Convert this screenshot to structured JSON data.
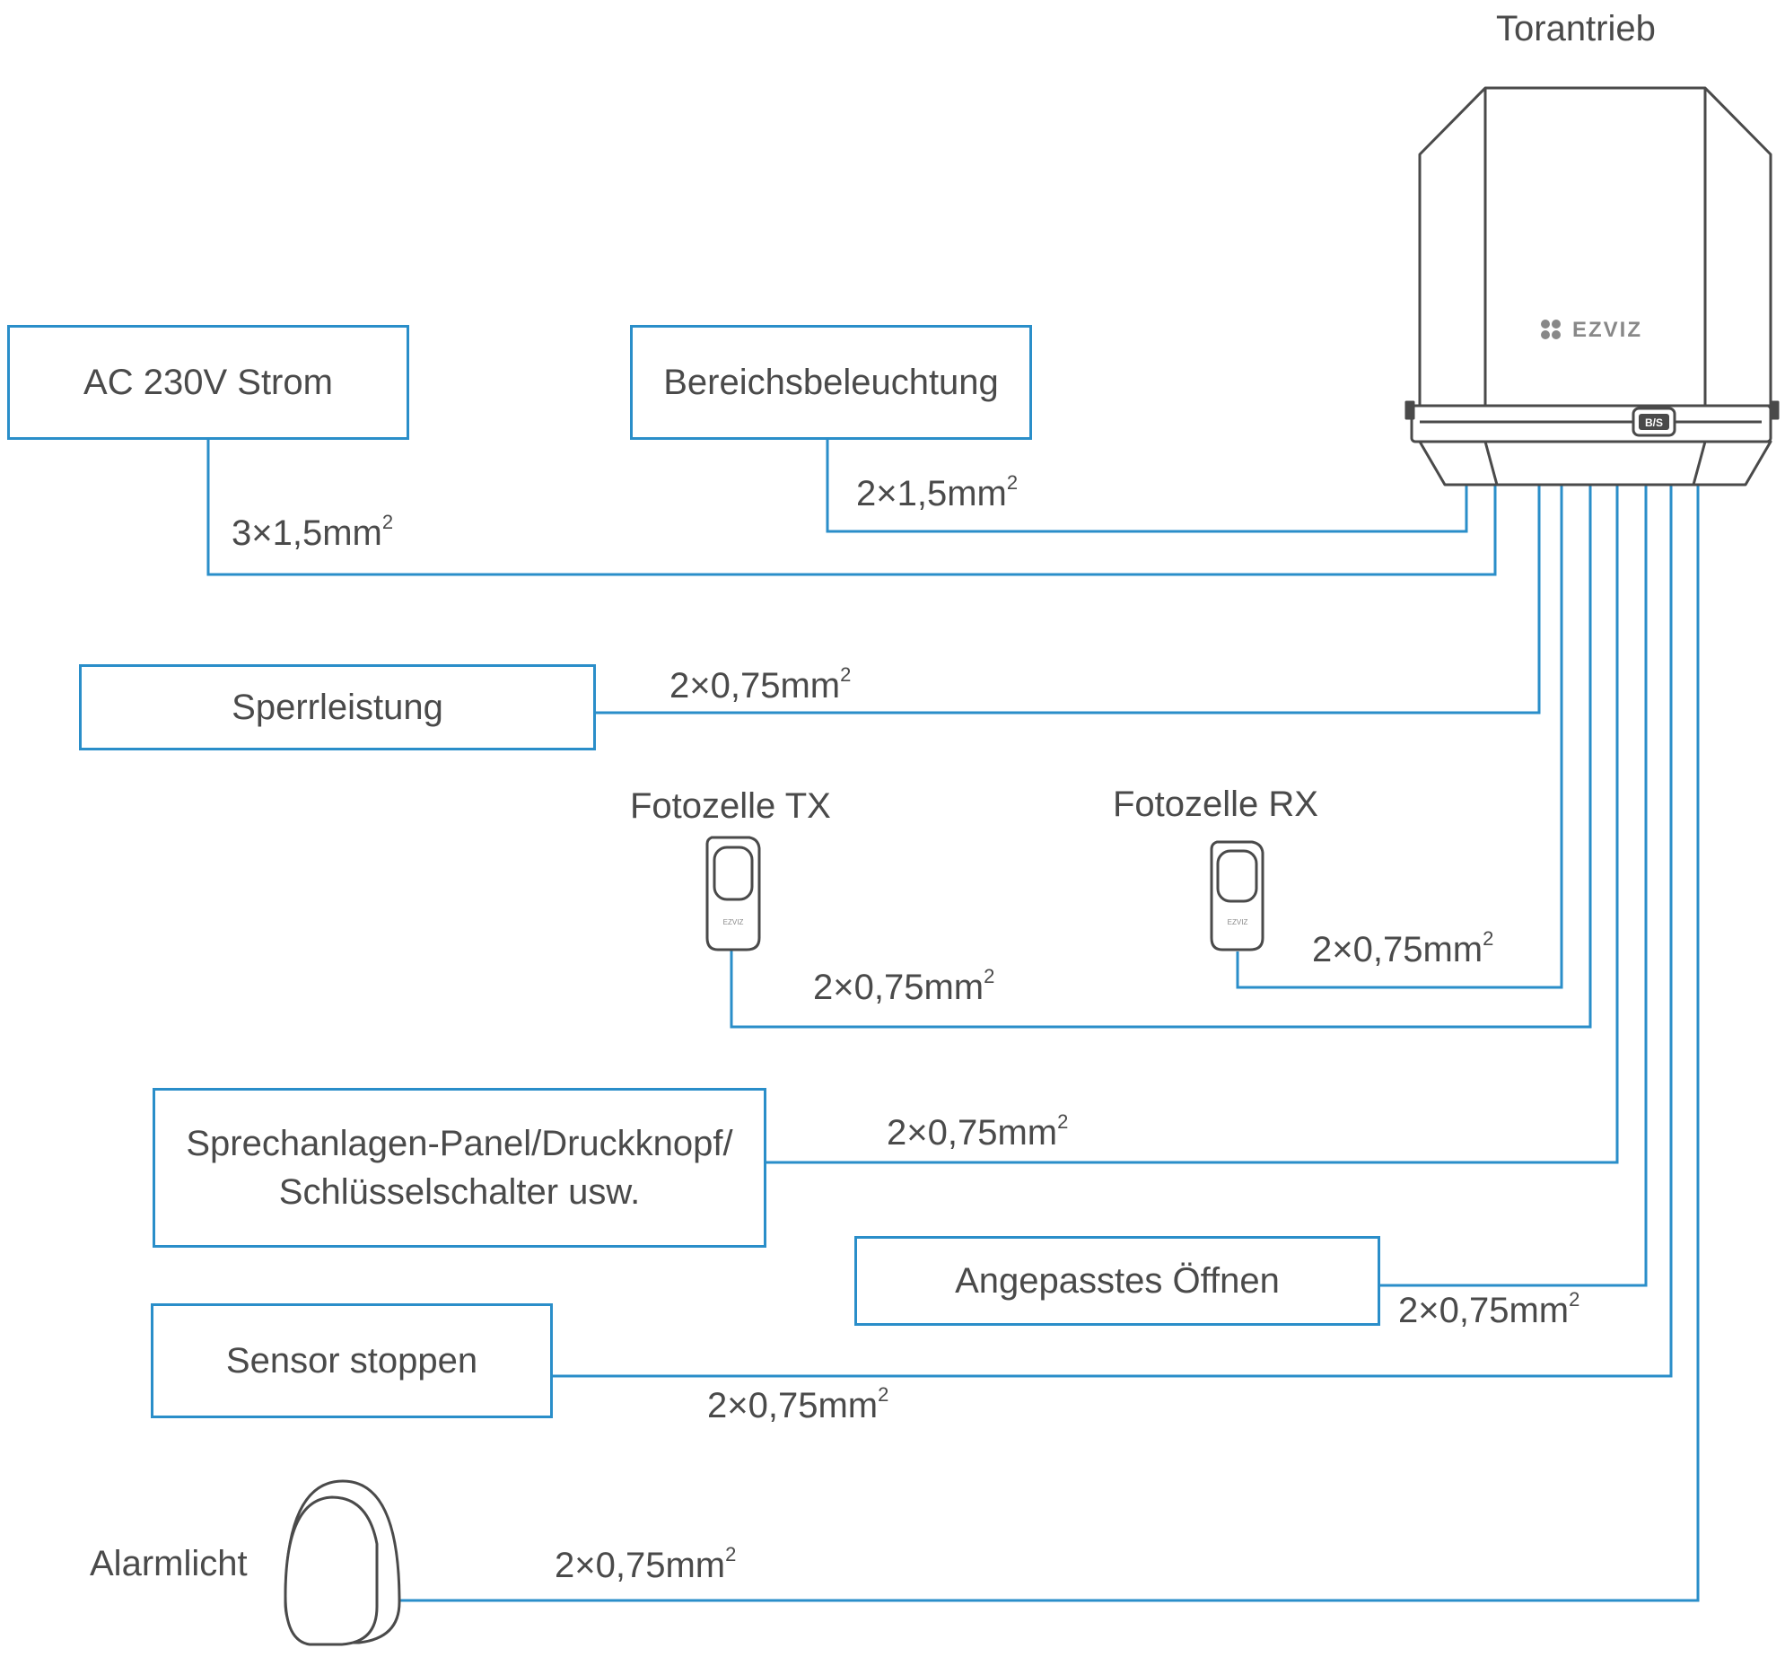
{
  "gate_motor": {
    "title": "Torantrieb",
    "brand": "EZVIZ",
    "button_label": "B/S"
  },
  "boxes": {
    "ac_power": "AC 230V Strom",
    "area_lighting": "Bereichsbeleuchtung",
    "lock_power": "Sperrleistung",
    "intercom_line1": "Sprechanlagen-Panel/Druckknopf/",
    "intercom_line2": "Schlüsselschalter usw.",
    "custom_open": "Angepasstes Öffnen",
    "stop_sensor": "Sensor stoppen"
  },
  "devices": {
    "photocell_tx": "Fotozelle TX",
    "photocell_rx": "Fotozelle RX",
    "photocell_brand": "EZVIZ",
    "alarm_light": "Alarmlicht"
  },
  "cables": {
    "ac_power": {
      "value": "3×1,5mm",
      "exp": "2"
    },
    "area_lighting": {
      "value": "2×1,5mm",
      "exp": "2"
    },
    "lock_power": {
      "value": "2×0,75mm",
      "exp": "2"
    },
    "photocell_tx": {
      "value": "2×0,75mm",
      "exp": "2"
    },
    "photocell_rx": {
      "value": "2×0,75mm",
      "exp": "2"
    },
    "intercom": {
      "value": "2×0,75mm",
      "exp": "2"
    },
    "custom_open": {
      "value": "2×0,75mm",
      "exp": "2"
    },
    "stop_sensor": {
      "value": "2×0,75mm",
      "exp": "2"
    },
    "alarm_light": {
      "value": "2×0,75mm",
      "exp": "2"
    }
  },
  "colors": {
    "wire": "#2a8ec9",
    "device_outline": "#4a4a4a",
    "text": "#4a4a4a"
  }
}
